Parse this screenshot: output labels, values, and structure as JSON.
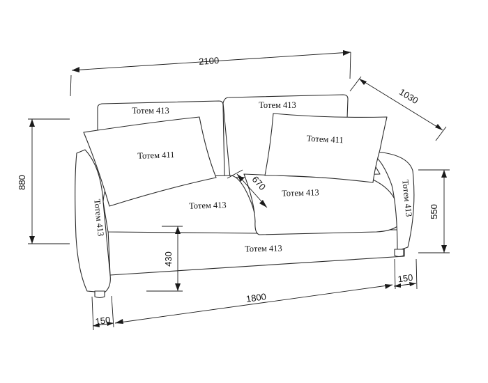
{
  "dimensions": {
    "total_width": "2100",
    "depth": "1030",
    "total_height": "880",
    "arm_height": "550",
    "seat_depth": "670",
    "seat_height": "430",
    "seat_width": "1800",
    "arm_width_left": "150",
    "arm_width_right": "150"
  },
  "labels": {
    "back_left": "Тотем 413",
    "back_right": "Тотем 413",
    "pillow_left": "Тотем 411",
    "pillow_right": "Тотем 411",
    "seat_left": "Тотем 413",
    "seat_right": "Тотем 413",
    "arm_left": "Тотем 413",
    "arm_right": "Тотем 413",
    "base": "Тотем 413"
  }
}
